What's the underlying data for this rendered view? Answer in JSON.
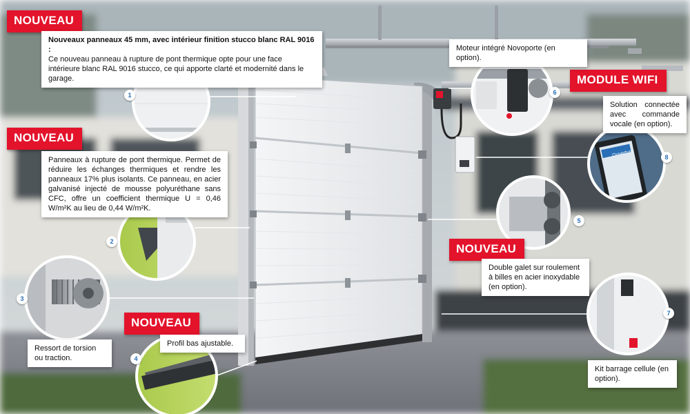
{
  "tags": {
    "nouveau_1": "NOUVEAU",
    "nouveau_2": "NOUVEAU",
    "nouveau_3": "NOUVEAU",
    "nouveau_4": "NOUVEAU",
    "module_wifi": "MODULE WIFI"
  },
  "callouts": {
    "panel_title": "Nouveaux panneaux 45 mm, avec intérieur finition stucco blanc RAL 9016 :",
    "panel_body": "Ce nouveau panneau à rupture de pont thermique opte pour une face intérieure blanc RAL 9016 stucco, ce qui apporte clarté et modernité dans le garage.",
    "thermal": "Panneaux à rupture de pont thermique. Permet de réduire les échanges thermiques et rendre les panneaux 17% plus isolants. Ce panneau, en acier galvanisé injecté de mousse polyuréthane sans CFC, offre un coefficient thermique U = 0,46 W/m²K au lieu de 0,44 W/m²K.",
    "motor": "Moteur intégré Novoporte (en option).",
    "wifi": "Solution connectée avec commande vocale (en option).",
    "galet": "Double galet sur roulement à billes en acier inoxydable (en option).",
    "ressort": "Ressort de torsion ou traction.",
    "profil": "Profil bas ajustable.",
    "barrage": "Kit barrage cellule (en option)."
  },
  "numbers": [
    "1",
    "2",
    "3",
    "4",
    "5",
    "6",
    "7",
    "8"
  ],
  "phone_button": "Ouverture",
  "colors": {
    "accent_red": "#e3132b",
    "number_blue": "#2a6fb5"
  }
}
